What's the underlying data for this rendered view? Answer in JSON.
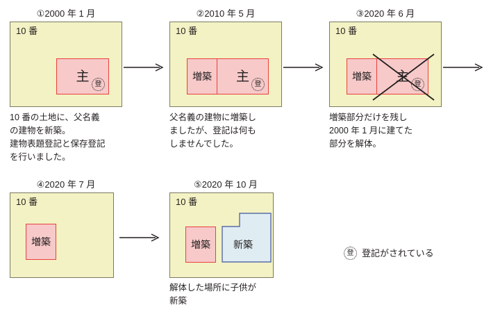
{
  "legend": {
    "stamp_glyph": "登",
    "text": "登記がされている"
  },
  "panels": [
    {
      "title": "①2000 年 1 月",
      "land_label": "10 番",
      "main_label": "主",
      "stamp_glyph": "登",
      "caption": "10 番の土地に、父名義\nの建物を新築。\n建物表題登記と保存登記\nを行いました。"
    },
    {
      "title": "②2010 年 5 月",
      "land_label": "10 番",
      "ext_label": "増築",
      "main_label": "主",
      "stamp_glyph": "登",
      "caption": "父名義の建物に増築し\nましたが、登記は何も\nしませんでした。"
    },
    {
      "title": "③2020 年 6 月",
      "land_label": "10 番",
      "ext_label": "増築",
      "main_label": "主",
      "stamp_glyph": "登",
      "caption": "増築部分だけを残し\n2000 年 1 月に建てた\n部分を解体。"
    },
    {
      "title": "④2020 年 7 月",
      "land_label": "10 番",
      "ext_label": "増築",
      "caption": ""
    },
    {
      "title": "⑤2020 年 10 月",
      "land_label": "10 番",
      "ext_label": "増築",
      "new_label": "新築",
      "caption": "解体した場所に子供が\n新築"
    }
  ],
  "colors": {
    "land_fill": "#f3f2c4",
    "land_border": "#7a7a62",
    "building_fill": "#f7c9c9",
    "building_border": "#e8413c",
    "newbuild_fill": "#dfecf2",
    "newbuild_border": "#5a6ca8",
    "text": "#231f20"
  }
}
